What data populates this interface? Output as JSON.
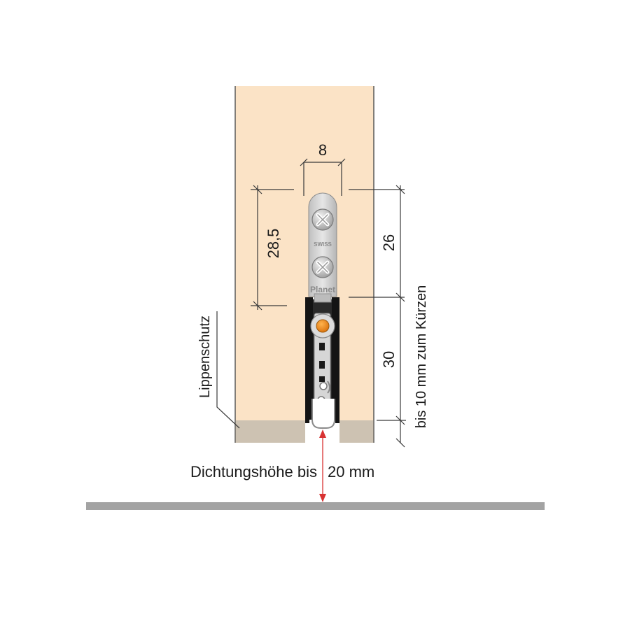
{
  "labels": {
    "width": "8",
    "height_left": "28,5",
    "height_right_top": "26",
    "height_right_bottom": "30",
    "shorten": "bis 10 mm zum Kürzen",
    "lip_protection": "Lippenschutz",
    "seal_height": "Dichtungshöhe bis",
    "seal_value": "20 mm",
    "brand_small": "SWISS",
    "brand": "Planet"
  },
  "colors": {
    "door": "#fbe3c6",
    "lip_protection": "#cdc2b2",
    "floor": "#a3a3a3",
    "profile": "#141414",
    "plate": "#d6d6d6",
    "pin": "#f08a14",
    "arrow": "#d83232"
  },
  "icons": {
    "screw": "phillips-screw-icon"
  }
}
